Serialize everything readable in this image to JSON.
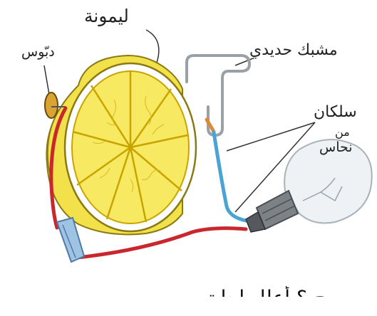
{
  "labels": {
    "lemon": "ليمونة",
    "pin": "دبّوس",
    "paper_clip": "مشبك حديدي",
    "wires_line1": "سلكان",
    "wires_line2": "من",
    "wires_line3": "نحاس"
  },
  "question_text": "ح ؟ أعلل إجابتي",
  "colors": {
    "lemon_peel": "#f2e14a",
    "lemon_flesh": "#f7ea62",
    "lemon_segment_line": "#c9a400",
    "red_wire": "#c8282d",
    "blue_wire": "#4aa3d6",
    "copper_tip": "#d98a3a",
    "clip_metal": "#9aa0a6",
    "bulb_glass": "#eef2f4",
    "bulb_base": "#7d8287"
  }
}
